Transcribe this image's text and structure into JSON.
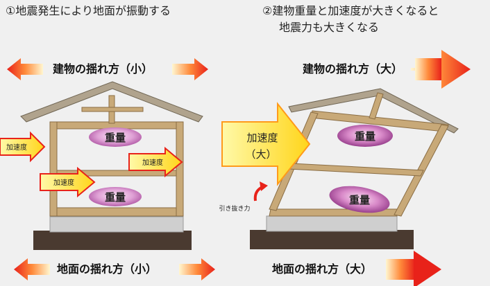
{
  "left": {
    "heading": "①地震発生により地面が振動する",
    "building_sway": "建物の揺れ方（小）",
    "ground_sway": "地面の揺れ方（小）",
    "arrows": [
      "加速度",
      "加速度",
      "加速度"
    ],
    "weights": [
      "重量",
      "重量"
    ]
  },
  "right": {
    "heading_line1": "②建物重量と加速度が大きくなると",
    "heading_line2": "地震力も大きくなる",
    "building_sway": "建物の揺れ方（大）",
    "ground_sway": "地面の揺れ方（大）",
    "big_arrow_line1": "加速度",
    "big_arrow_line2": "（大）",
    "pullout": "引き抜き力",
    "weights": [
      "重量",
      "重量"
    ]
  },
  "colors": {
    "arrow_red": "#e8221a",
    "arrow_yellow": "#fff23a",
    "timber": "#c8a978",
    "weight_pink": "#c978b8",
    "ground": "#4a3a30"
  }
}
